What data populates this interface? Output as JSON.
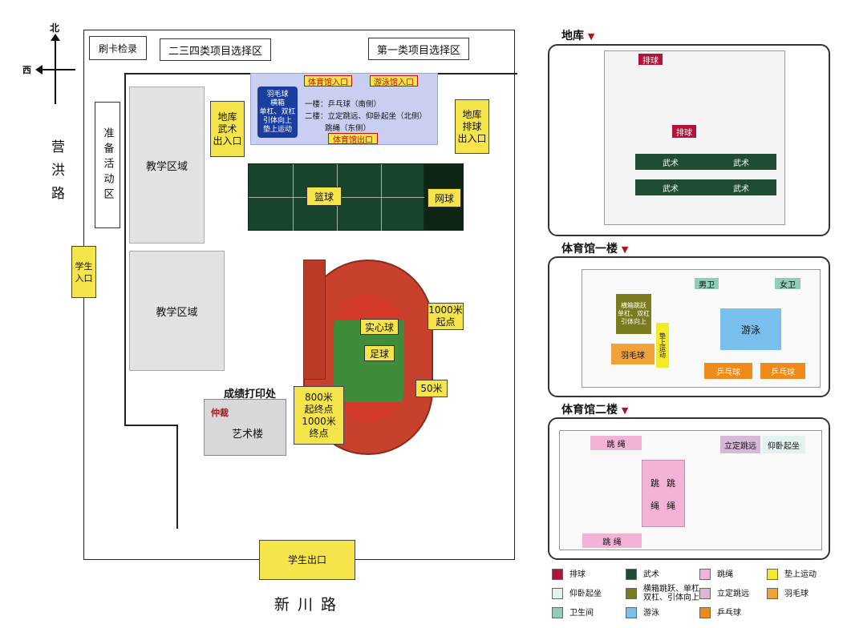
{
  "compass": {
    "north": "北",
    "west": "西"
  },
  "roads": {
    "east": "营洪路",
    "south": "新川路"
  },
  "zones": {
    "checkin": "刷卡检录",
    "zone234": "二三四类项目选择区",
    "zone1": "第一类项目选择区",
    "prep": "准备活动区",
    "teach1": "教学区域",
    "teach2": "教学区域",
    "basement_wushu": "地库\n武术\n出入口",
    "basement_volley": "地库\n排球\n出入口",
    "student_entrance": "学生\n入口",
    "student_exit": "学生出口",
    "basketball": "篮球",
    "tennis": "网球",
    "score_print": "成绩打印处",
    "arbitration": "仲裁",
    "art_building": "艺术楼",
    "medicine_ball": "实心球",
    "football": "足球",
    "start_1000": "1000米\n起点",
    "label_50m": "50米",
    "start_800": "800米\n起终点\n1000米\n终点"
  },
  "gym": {
    "entrance": "体育馆入口",
    "pool_entrance": "游泳馆入口",
    "exit": "体育馆出口",
    "left_sign": "羽毛球\n横箱\n单杠、双杠\n引体向上\n垫上运动",
    "line1": "一楼：乒乓球（南侧）",
    "line2": "二楼：立定跳远、仰卧起坐（北侧）",
    "line3": "跳绳（东侧）"
  },
  "panels": {
    "basement": {
      "title": "地库",
      "paiqiu1": "排球",
      "paiqiu2": "排球",
      "wushu": [
        "武术",
        "武术",
        "武术",
        "武术"
      ]
    },
    "floor1": {
      "title": "体育馆一楼",
      "male_wc": "男卫",
      "female_wc": "女卫",
      "hengxiang": "横箱跳跃\n单杠、双杠\n引体向上",
      "mat": "垫上运动",
      "badminton": "羽毛球",
      "swim": "游泳",
      "pingpong1": "乒乓球",
      "pingpong2": "乒乓球"
    },
    "floor2": {
      "title": "体育馆二楼",
      "rope1": "跳 绳",
      "rope2": "跳 绳",
      "rope_mid1": "跳",
      "rope_mid2": "跳",
      "rope_mid3": "绳",
      "rope_mid4": "绳",
      "longjump": "立定跳远",
      "situp": "仰卧起坐"
    }
  },
  "legend": [
    {
      "label": "排球",
      "color": "#b3123a"
    },
    {
      "label": "武术",
      "color": "#1f4d33"
    },
    {
      "label": "跳绳",
      "color": "#f2b3d6"
    },
    {
      "label": "垫上运动",
      "color": "#f4ea2a"
    },
    {
      "label": "仰卧起坐",
      "color": "#e3f1f0"
    },
    {
      "label": "横箱跳跃、单杠\n双杠、引体向上",
      "color": "#7a7a1e"
    },
    {
      "label": "立定跳远",
      "color": "#d8b8d8"
    },
    {
      "label": "羽毛球",
      "color": "#f2a23a"
    },
    {
      "label": "卫生间",
      "color": "#8fcfb9"
    },
    {
      "label": "游泳",
      "color": "#79c0ee"
    },
    {
      "label": "乒乓球",
      "color": "#f08a1c"
    }
  ]
}
